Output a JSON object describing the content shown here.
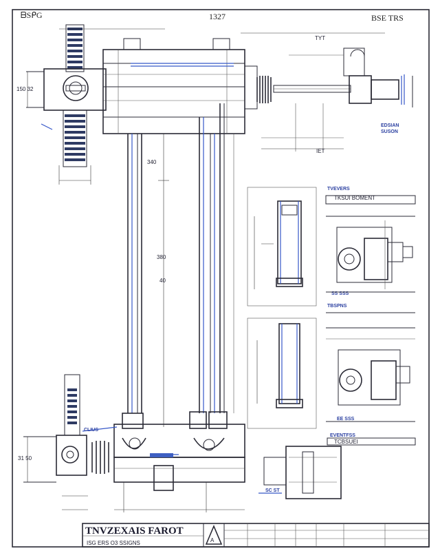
{
  "sheet": {
    "header_left": "ᗷSᑭG",
    "header_center": "1327",
    "header_right": "BSE  TRS",
    "title": "TNVZEXAIS FAROT",
    "title_sub": "ISG  ERS  O3  SSIGNS",
    "logo_letter": "A"
  },
  "labels": {
    "dim_top": "TYT",
    "dim_left": "150  32",
    "dim_center": "380",
    "dim_mid": "340",
    "dim_mid2": "40",
    "dim_bottom_right": "IET",
    "dim_lower_left": "31  50",
    "note_blue_1": "EDSIAN\nSUSON",
    "note_blue_2": "CLIUS",
    "detail1_title": "TVEVERS",
    "detail1_note": "TKSUI  BOMENT",
    "detail1_ref": "SS  SSS",
    "detail2_title": "TBSPNS",
    "detail2_ref": "EE  SSS",
    "detail3_title": "EVENTFSS",
    "detail3_note": "TCBSUEI",
    "detail3_ref": "SC  ST"
  },
  "colors": {
    "ink": "#2a2a35",
    "accent_blue": "#3557c8",
    "coil_blue": "#2e3a63",
    "paper": "#ffffff"
  }
}
